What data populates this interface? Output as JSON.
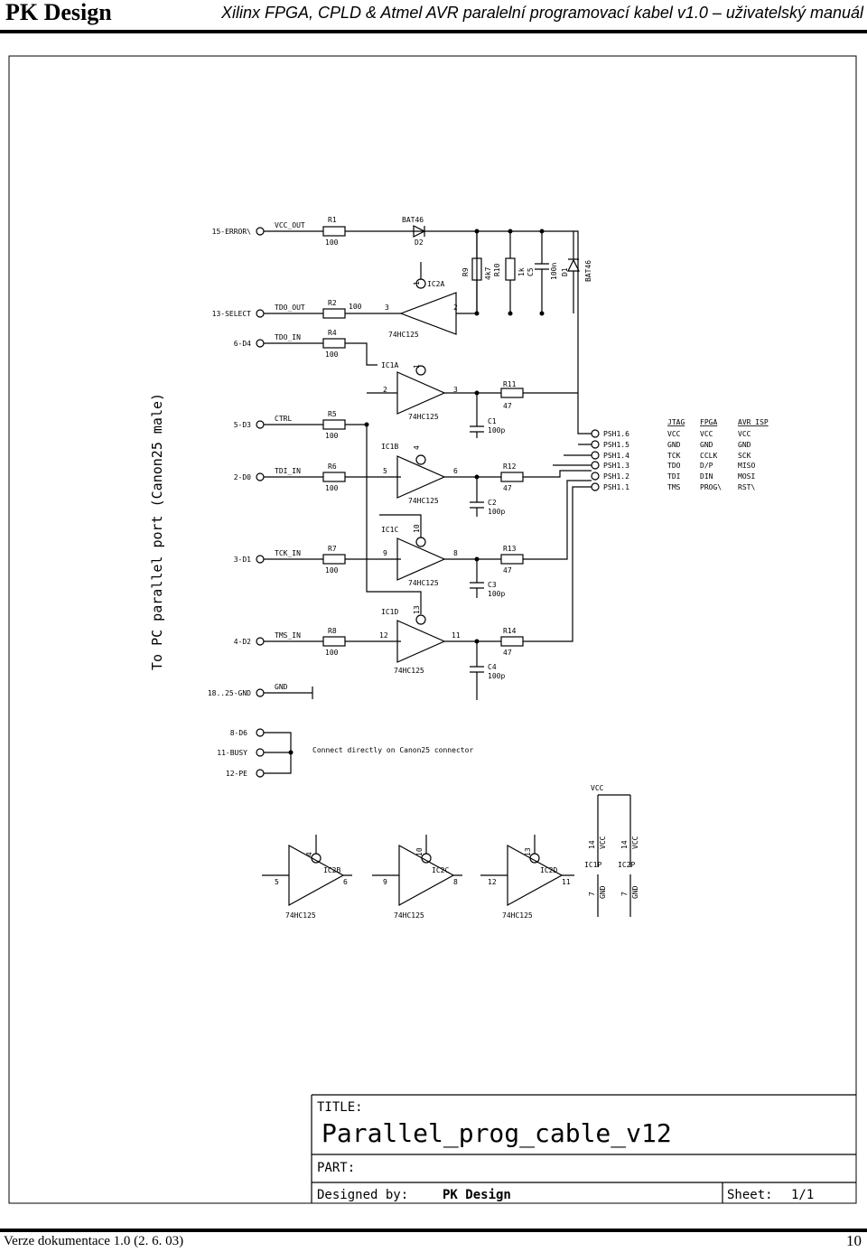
{
  "header": {
    "brand": "PK Design",
    "title": "Xilinx FPGA, CPLD & Atmel AVR paralelní programovací kabel v1.0 – uživatelský manuál"
  },
  "footer": {
    "version": "Verze dokumentace 1.0 (2. 6. 03)",
    "page_number": "10"
  },
  "schematic": {
    "side_label": "To PC parallel port (Canon25 male)",
    "ports": {
      "error": "15-ERROR\\",
      "select": "13-SELECT",
      "d4": "6-D4",
      "d3": "5-D3",
      "d0": "2-D0",
      "d1": "3-D1",
      "d2": "4-D2",
      "gnd": "18..25-GND",
      "d6": "8-D6",
      "busy": "11-BUSY",
      "pe": "12-PE"
    },
    "nets": {
      "vcc_out": "VCC_OUT",
      "tdo_out": "TDO_OUT",
      "tdo_in": "TDO_IN",
      "ctrl": "CTRL",
      "tdi_in": "TDI_IN",
      "tck_in": "TCK_IN",
      "tms_in": "TMS_IN",
      "gnd": "GND",
      "vcc": "VCC"
    },
    "resistors": {
      "r1": "R1",
      "r2": "R2",
      "r4": "R4",
      "r5": "R5",
      "r6": "R6",
      "r7": "R7",
      "r8": "R8",
      "r9": "R9",
      "r10": "R10",
      "r11": "R11",
      "r12": "R12",
      "r13": "R13",
      "r14": "R14",
      "v100": "100",
      "v47": "47",
      "v4k7": "4k7",
      "v1k": "1k"
    },
    "caps": {
      "c1": "C1",
      "c2": "C2",
      "c3": "C3",
      "c4": "C4",
      "c5": "C5",
      "v100p": "100p",
      "v100n": "100n"
    },
    "diodes": {
      "bat46": "BAT46",
      "d1": "D1",
      "d2": "D2"
    },
    "gates": {
      "ic2a": "IC2A",
      "ic1a": "IC1A",
      "ic1b": "IC1B",
      "ic1c": "IC1C",
      "ic1d": "IC1D",
      "ic2b": "IC2B",
      "ic2c": "IC2C",
      "ic2d": "IC2D",
      "ic1p": "IC1P",
      "ic2p": "IC2P",
      "part": "74HC125"
    },
    "pins": {
      "p1": "1",
      "p2": "2",
      "p3": "3",
      "p4": "4",
      "p5": "5",
      "p6": "6",
      "p7": "7",
      "p8": "8",
      "p9": "9",
      "p10": "10",
      "p11": "11",
      "p12": "12",
      "p13": "13",
      "p14": "14"
    },
    "connector": {
      "pins": [
        "PSH1.6",
        "PSH1.5",
        "PSH1.4",
        "PSH1.3",
        "PSH1.2",
        "PSH1.1"
      ],
      "headers": [
        "JTAG",
        "FPGA",
        "AVR ISP"
      ],
      "jtag": [
        "VCC",
        "GND",
        "TCK",
        "TDO",
        "TDI",
        "TMS"
      ],
      "fpga": [
        "VCC",
        "GND",
        "CCLK",
        "D/P",
        "DIN",
        "PROG\\"
      ],
      "avr": [
        "VCC",
        "GND",
        "SCK",
        "MISO",
        "MOSI",
        "RST\\"
      ]
    },
    "note": "Connect directly on Canon25 connector",
    "title_block": {
      "title_label": "TITLE:",
      "title": "Parallel_prog_cable_v12",
      "part_label": "PART:",
      "designed_label": "Designed by:",
      "designer": "PK Design",
      "sheet_label": "Sheet:",
      "sheet": "1/1"
    }
  }
}
